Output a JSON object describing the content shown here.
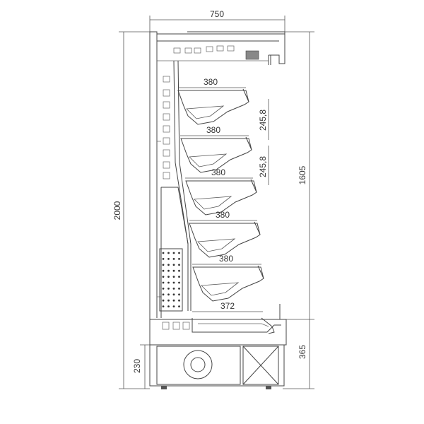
{
  "dimensions": {
    "overall_width": "750",
    "overall_height": "2000",
    "upper_height": "1605",
    "base_height": "365",
    "fan_height": "230",
    "shelf_depths": [
      "380",
      "380",
      "380",
      "380",
      "380"
    ],
    "bottom_depth": "372",
    "shelf_spacing": [
      "245,8",
      "245,8"
    ]
  }
}
